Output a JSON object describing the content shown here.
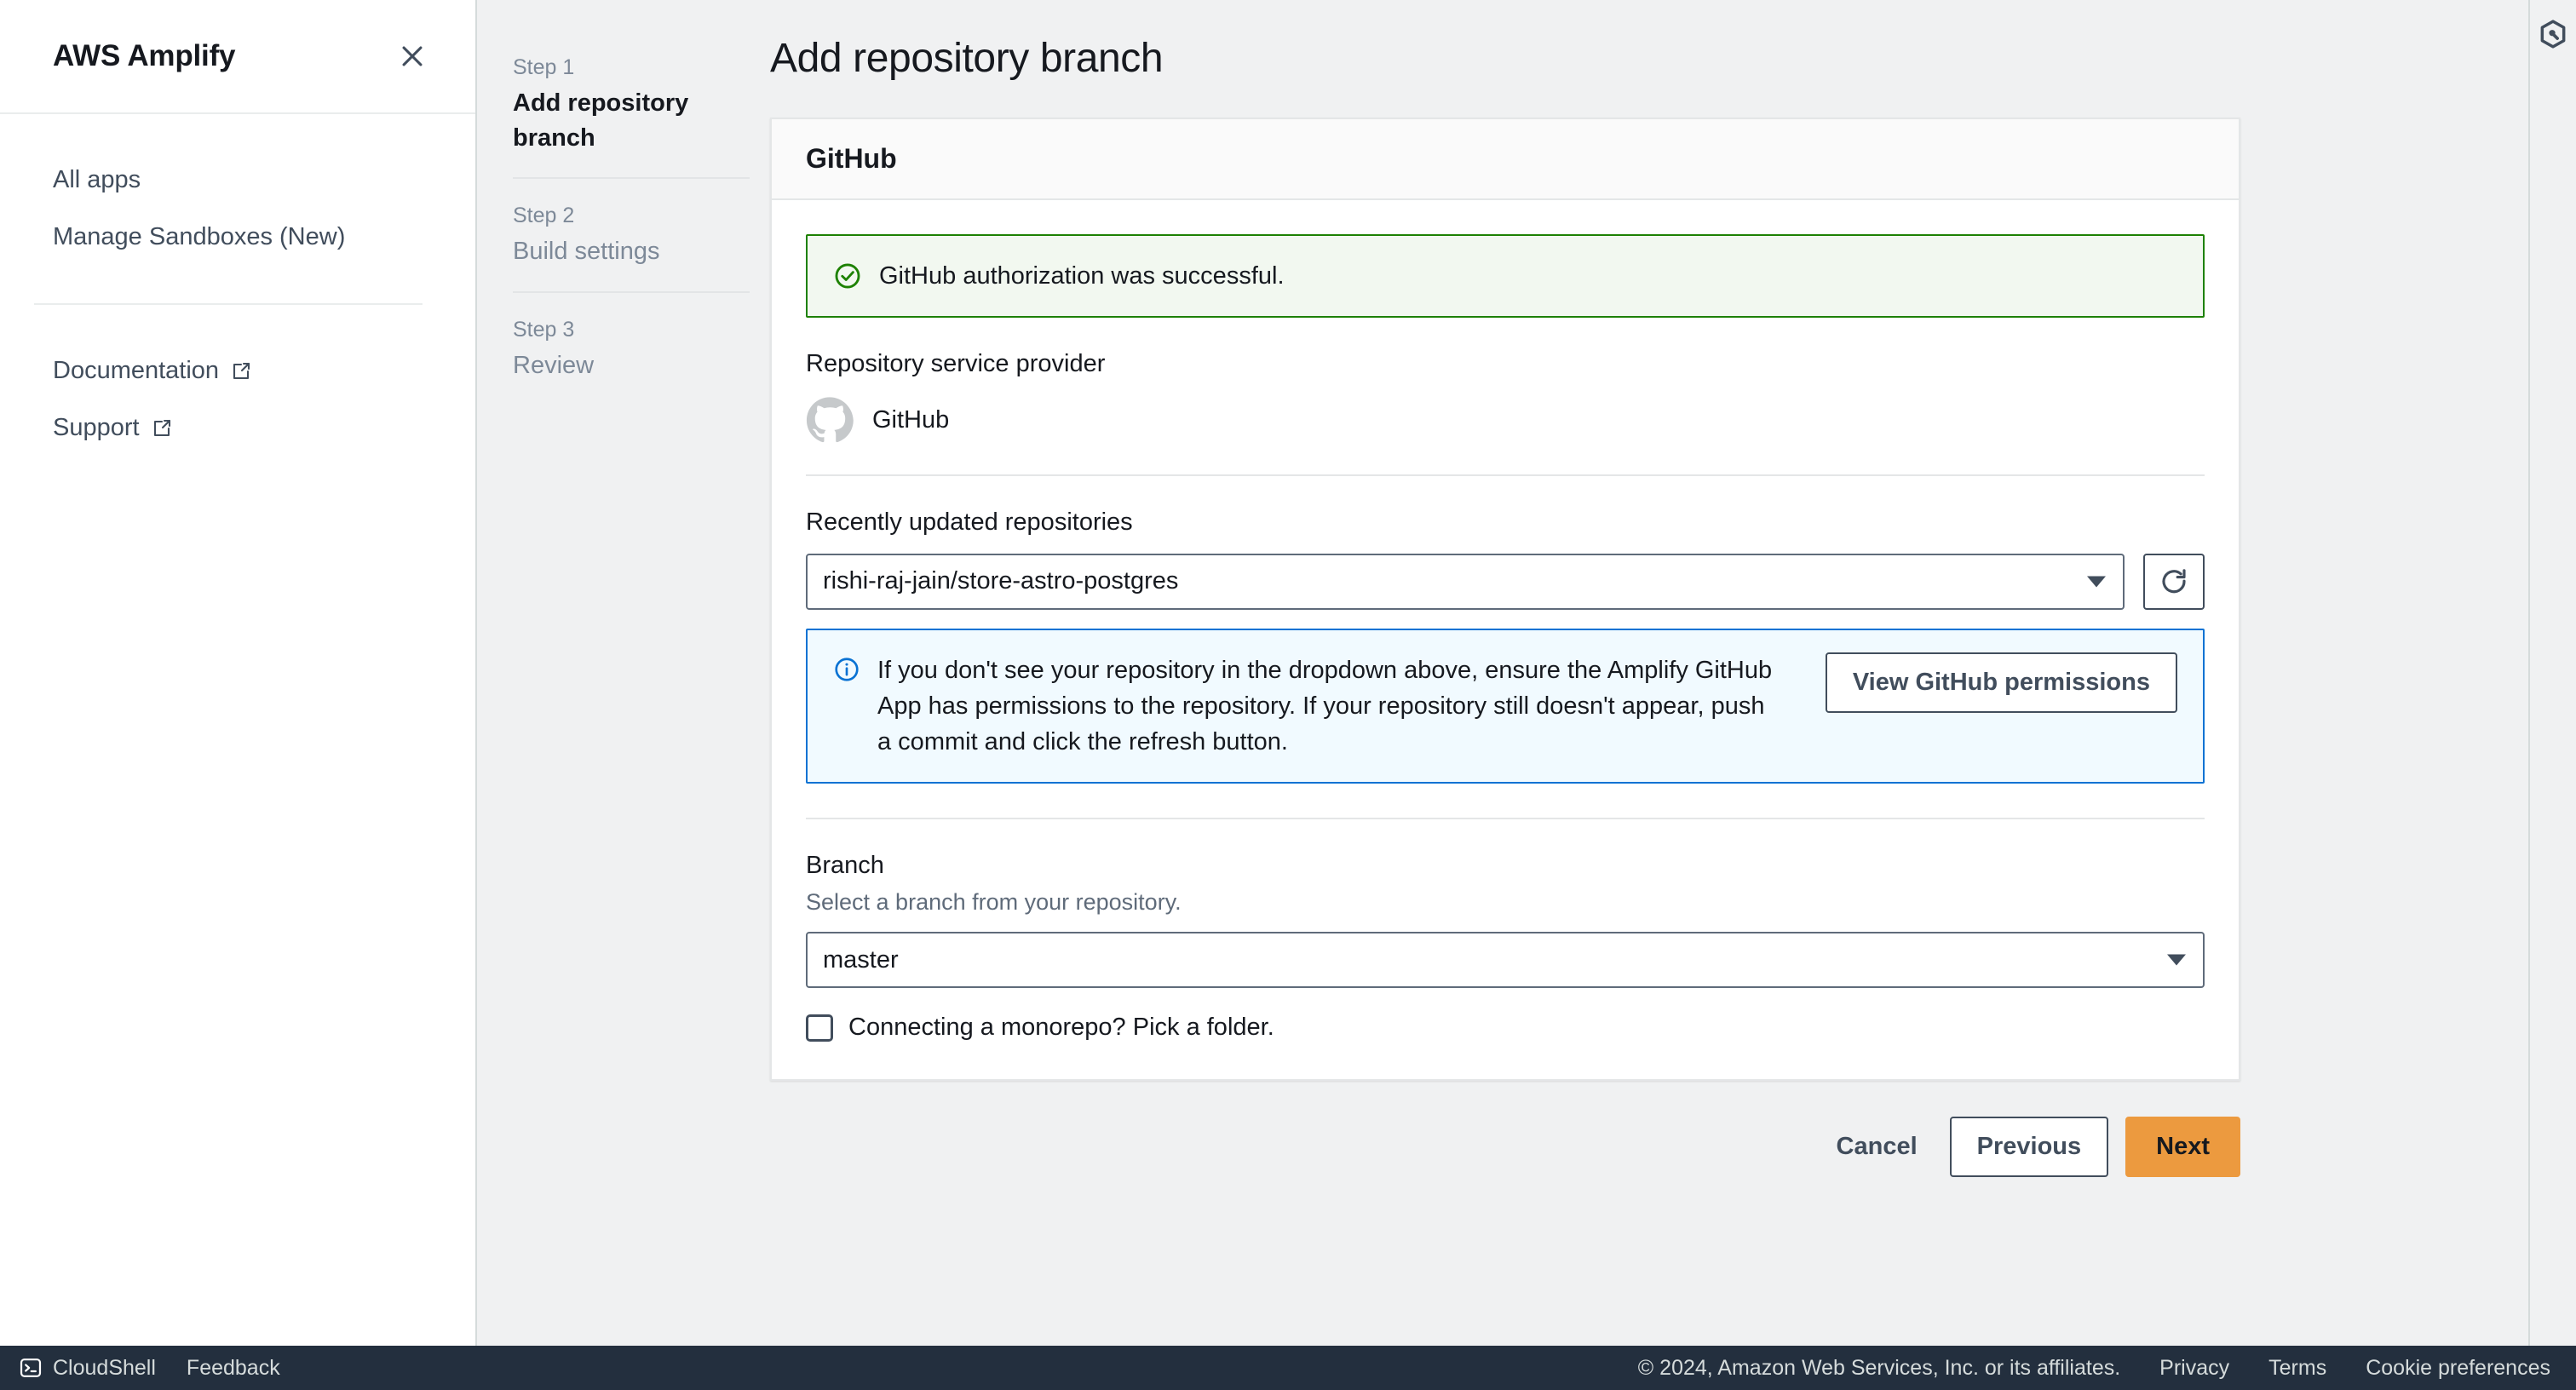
{
  "sidebar": {
    "title": "AWS Amplify",
    "close_icon": "close-icon",
    "items": [
      {
        "label": "All apps",
        "external": false
      },
      {
        "label": "Manage Sandboxes (New)",
        "external": false
      }
    ],
    "links": [
      {
        "label": "Documentation",
        "external": true
      },
      {
        "label": "Support",
        "external": true
      }
    ]
  },
  "wizard": {
    "steps": [
      {
        "number": "Step 1",
        "label": "Add repository branch",
        "active": true
      },
      {
        "number": "Step 2",
        "label": "Build settings",
        "active": false
      },
      {
        "number": "Step 3",
        "label": "Review",
        "active": false
      }
    ]
  },
  "page": {
    "title": "Add repository branch"
  },
  "card": {
    "header": "GitHub",
    "success_alert": {
      "icon": "check-circle-icon",
      "message": "GitHub authorization was successful."
    },
    "provider": {
      "label": "Repository service provider",
      "name": "GitHub",
      "icon": "github-icon"
    },
    "repository": {
      "label": "Recently updated repositories",
      "value": "rishi-raj-jain/store-astro-postgres",
      "refresh_icon": "refresh-icon",
      "caret_icon": "chevron-down-icon"
    },
    "info_alert": {
      "icon": "info-circle-icon",
      "message": "If you don't see your repository in the dropdown above, ensure the Amplify GitHub App has permissions to the repository. If your repository still doesn't appear, push a commit and click the refresh button.",
      "action_label": "View GitHub permissions"
    },
    "branch": {
      "label": "Branch",
      "description": "Select a branch from your repository.",
      "value": "master",
      "caret_icon": "chevron-down-icon"
    },
    "monorepo": {
      "label": "Connecting a monorepo? Pick a folder.",
      "checked": false
    }
  },
  "actions": {
    "cancel": "Cancel",
    "previous": "Previous",
    "next": "Next"
  },
  "rail": {
    "icon": "amazon-q-hexagon-icon"
  },
  "statusbar": {
    "cloudshell": "CloudShell",
    "cloudshell_icon": "terminal-icon",
    "feedback": "Feedback",
    "copyright": "© 2024, Amazon Web Services, Inc. or its affiliates.",
    "links": [
      "Privacy",
      "Terms",
      "Cookie preferences"
    ]
  },
  "colors": {
    "primary_button": "#ec9a3f",
    "success_border": "#1d8102",
    "info_border": "#0972d3",
    "statusbar_bg": "#232f3e"
  }
}
